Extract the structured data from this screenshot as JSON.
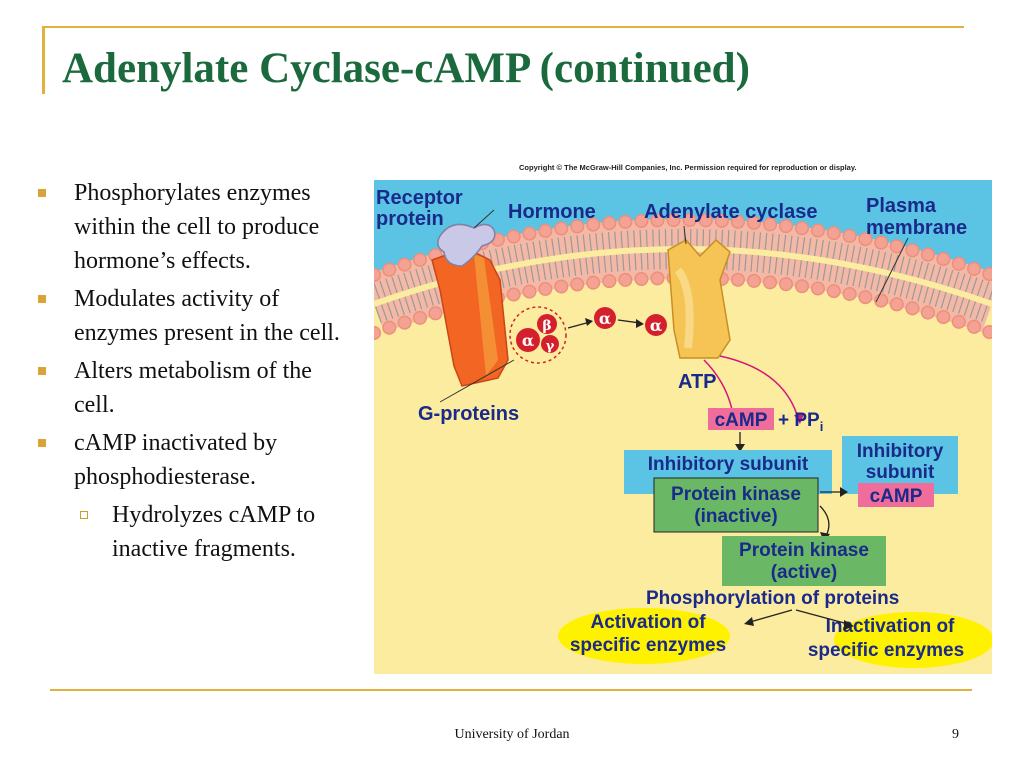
{
  "slide": {
    "title": "Adenylate Cyclase-cAMP (continued)",
    "bullets": [
      "Phosphorylates enzymes within the cell to produce hormone’s effects.",
      "Modulates activity of enzymes present in the cell.",
      "Alters metabolism of the cell.",
      "cAMP inactivated by phosphodiesterase."
    ],
    "sub_bullets": [
      "Hydrolyzes cAMP to inactive fragments."
    ],
    "footer": "University of Jordan",
    "page_number": "9"
  },
  "diagram": {
    "copyright": "Copyright © The McGraw-Hill Companies, Inc. Permission required for reproduction or display.",
    "labels": {
      "receptor_protein_1": "Receptor",
      "receptor_protein_2": "protein",
      "hormone": "Hormone",
      "adenylate_cyclase": "Adenylate cyclase",
      "plasma_membrane_1": "Plasma",
      "plasma_membrane_2": "membrane",
      "g_proteins": "G-proteins",
      "atp": "ATP",
      "camp": "cAMP",
      "plus_pp": "+ PP",
      "pp_subscript": "i",
      "inhibitory_subunit": "Inhibitory subunit",
      "inhibitory_subunit_right_1": "Inhibitory",
      "inhibitory_subunit_right_2": "subunit",
      "camp_right": "cAMP",
      "pk_inactive_1": "Protein kinase",
      "pk_inactive_2": "(inactive)",
      "pk_active_1": "Protein kinase",
      "pk_active_2": "(active)",
      "phosphorylation": "Phosphorylation of proteins",
      "activation_1": "Activation of",
      "activation_2": "specific enzymes",
      "inactivation_1": "Inactivation of",
      "inactivation_2": "specific enzymes",
      "alpha": "α",
      "beta": "β",
      "gamma": "γ"
    },
    "colors": {
      "extracellular": "#5bc4e4",
      "cytoplasm": "#fbeca0",
      "receptor": "#f26522",
      "adenylate_cyclase": "#f6c454",
      "g_protein": "#d4202c",
      "camp_box": "#f06c9b",
      "inhibitory_box": "#5bc4e4",
      "kinase_box": "#6ab865",
      "enzyme_ellipse": "#fff200",
      "label_text": "#1a2a8a"
    }
  }
}
